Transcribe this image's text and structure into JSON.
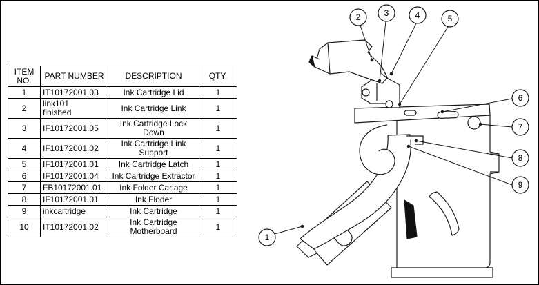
{
  "table": {
    "headers": {
      "item": "ITEM NO.",
      "part": "PART NUMBER",
      "desc": "DESCRIPTION",
      "qty": "QTY."
    },
    "rows": [
      {
        "item": "1",
        "part": "IT10172001.03",
        "desc": "Ink Cartridge Lid",
        "qty": "1"
      },
      {
        "item": "2",
        "part": "link101\nfinished",
        "desc": "Ink Cartridge Link",
        "qty": "1"
      },
      {
        "item": "3",
        "part": "IF10172001.05",
        "desc": "Ink Cartridge Lock Down",
        "qty": "1"
      },
      {
        "item": "4",
        "part": "IF10172001.02",
        "desc": "Ink Cartridge Link Support",
        "qty": "1"
      },
      {
        "item": "5",
        "part": "IF10172001.01",
        "desc": "Ink Cartridge Latch",
        "qty": "1"
      },
      {
        "item": "6",
        "part": "IF10172001.04",
        "desc": "Ink Cartridge Extractor",
        "qty": "1"
      },
      {
        "item": "7",
        "part": "FB10172001.01",
        "desc": "Ink Folder Cariage",
        "qty": "1"
      },
      {
        "item": "8",
        "part": "IF10172001.01",
        "desc": "Ink Floder",
        "qty": "1"
      },
      {
        "item": "9",
        "part": "inkcartridge",
        "desc": "Ink Cartridge",
        "qty": "1"
      },
      {
        "item": "10",
        "part": "IT10172001.02",
        "desc": "Ink Cartridge Motherboard",
        "qty": "1"
      }
    ]
  },
  "balloons": [
    {
      "label": "1"
    },
    {
      "label": "2"
    },
    {
      "label": "3"
    },
    {
      "label": "4"
    },
    {
      "label": "5"
    },
    {
      "label": "6"
    },
    {
      "label": "7"
    },
    {
      "label": "8"
    },
    {
      "label": "9"
    }
  ],
  "colors": {
    "line": "#1a1a1a",
    "fill": "#ffffff",
    "dark_detail": "#111111"
  }
}
